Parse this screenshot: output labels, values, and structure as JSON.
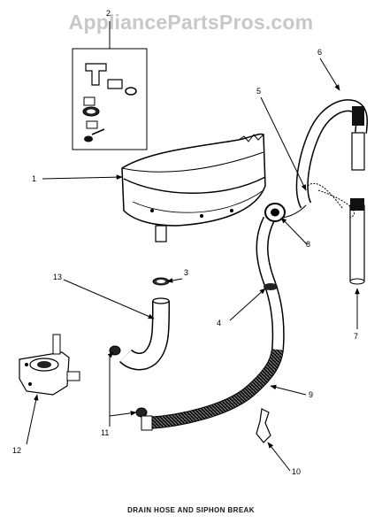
{
  "watermark": "AppliancePartsPros.com",
  "caption": "DRAIN HOSE AND SIPHON BREAK",
  "callouts": [
    "1",
    "2",
    "3",
    "4",
    "5",
    "6",
    "7",
    "8",
    "9",
    "10",
    "11",
    "12",
    "13"
  ]
}
